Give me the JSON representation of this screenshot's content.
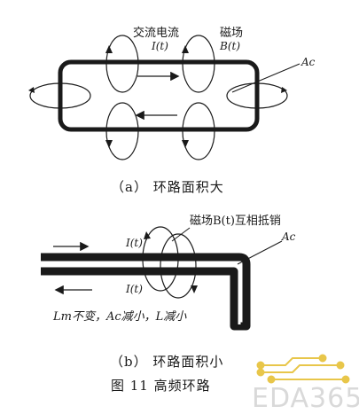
{
  "diagram_a": {
    "label_current": "交流电流",
    "label_current_symbol": "I(t)",
    "label_field": "磁场",
    "label_field_symbol": "B(t)",
    "label_area": "Ac",
    "caption": "（a）  环路面积大"
  },
  "diagram_b": {
    "label_field_cancel": "磁场B(t)互相抵销",
    "label_current_top": "I(t)",
    "label_current_bottom": "I(t)",
    "label_area": "Ac",
    "label_note": "Lm不变，Ac减小，L减小",
    "caption": "（b）  环路面积小"
  },
  "figure_caption": "图 11    高频环路",
  "watermark": "EDA365",
  "colors": {
    "ink": "#1a1a1a",
    "gold": "#e8c64a",
    "watermark": "#d9d9d9"
  }
}
